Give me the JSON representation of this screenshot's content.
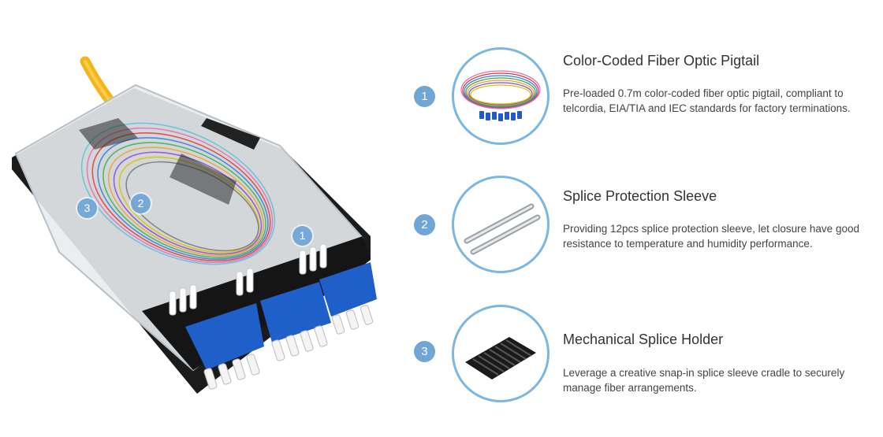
{
  "image_badges": [
    "3",
    "2",
    "1"
  ],
  "features": [
    {
      "number": "1",
      "title": "Color-Coded Fiber Optic Pigtail",
      "description": "Pre-loaded 0.7m color-coded fiber optic pigtail, compliant to telcordia, EIA/TIA and IEC standards for factory terminations.",
      "icon": "fiber-pigtail-icon"
    },
    {
      "number": "2",
      "title": "Splice Protection Sleeve",
      "description": "Providing 12pcs splice protection sleeve, let closure have good resistance to temperature and humidity performance.",
      "icon": "splice-sleeve-icon"
    },
    {
      "number": "3",
      "title": "Mechanical Splice Holder",
      "description": "Leverage a creative snap-in splice sleeve cradle to securely manage fiber arrangements.",
      "icon": "splice-holder-icon"
    }
  ],
  "colors": {
    "badge": "#6fa6d6",
    "circle_border": "#7cb6e2",
    "connector_blue": "#1f5fc9",
    "cable_yellow": "#f2b51c"
  }
}
